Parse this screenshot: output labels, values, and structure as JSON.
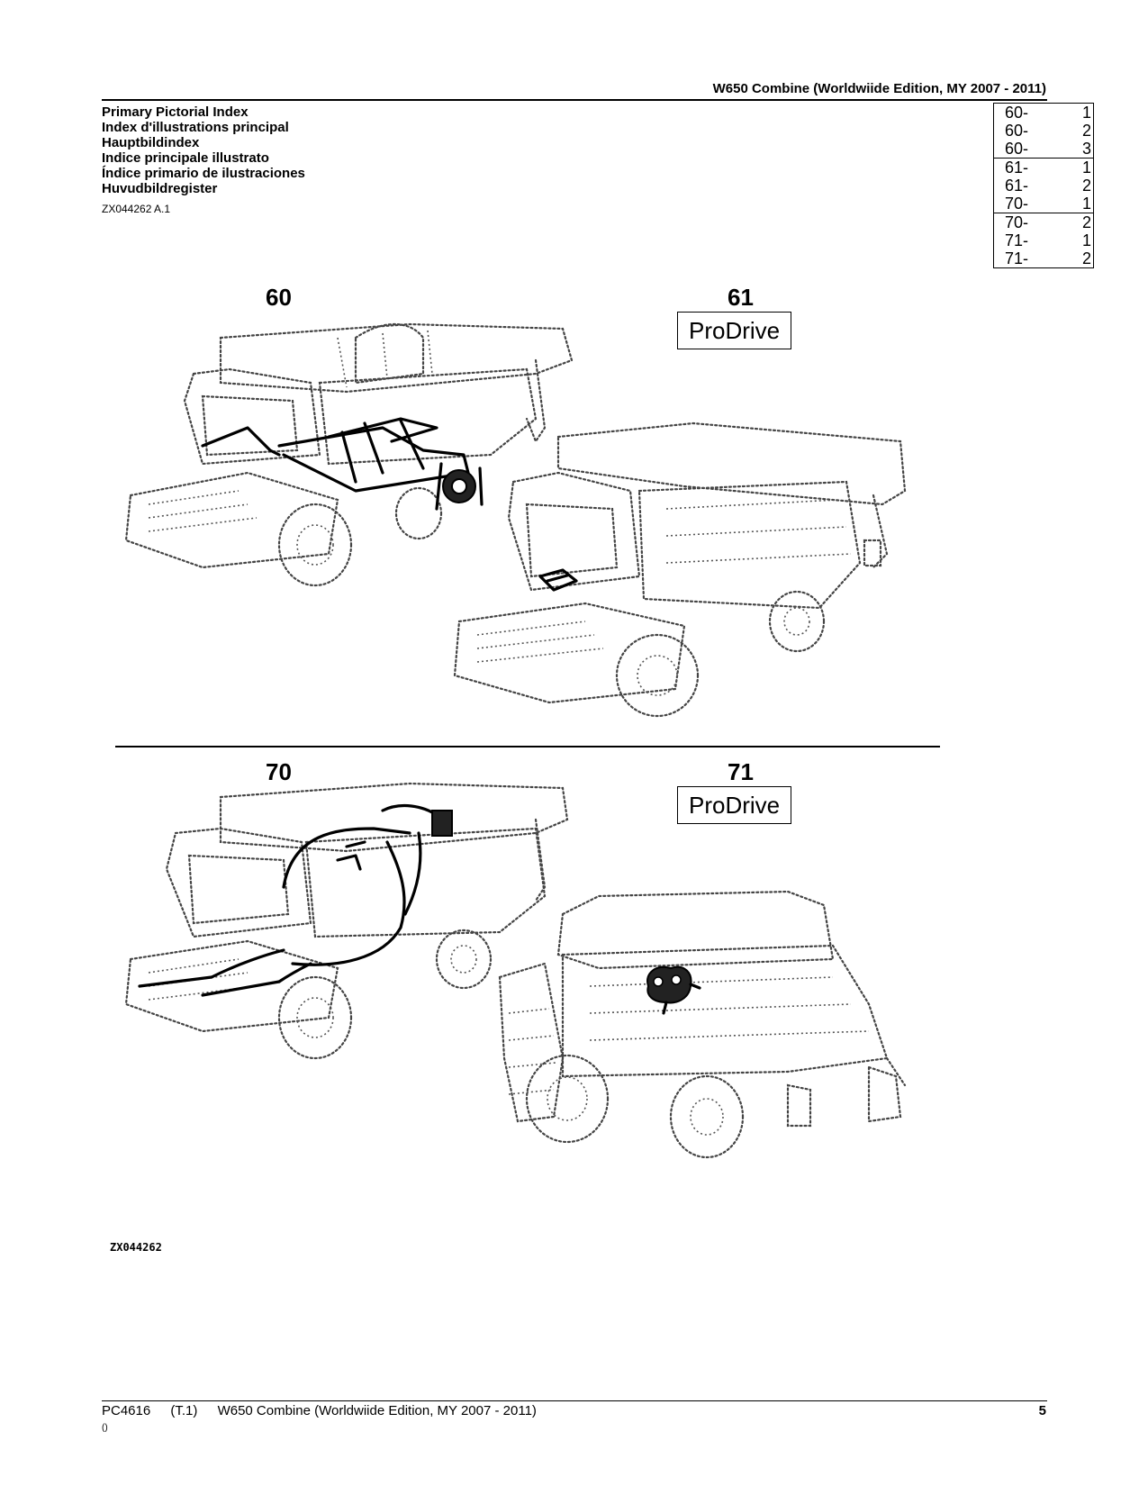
{
  "header": {
    "title": "W650 Combine (Worldwiide Edition, MY 2007 - 2011)"
  },
  "index": {
    "titles": [
      "Primary Pictorial Index",
      "Index d'illustrations principal",
      "Hauptbildindex",
      "Indice principale illustrato",
      "Índice primario de ilustraciones",
      "Huvudbildregister"
    ],
    "ref_code": "ZX044262 A.1"
  },
  "index_table": {
    "groups": [
      [
        {
          "section": "60-",
          "page": "1"
        },
        {
          "section": "60-",
          "page": "2"
        },
        {
          "section": "60-",
          "page": "3"
        }
      ],
      [
        {
          "section": "61-",
          "page": "1"
        },
        {
          "section": "61-",
          "page": "2"
        },
        {
          "section": "70-",
          "page": "1"
        }
      ],
      [
        {
          "section": "70-",
          "page": "2"
        },
        {
          "section": "71-",
          "page": "1"
        },
        {
          "section": "71-",
          "page": "2"
        }
      ]
    ]
  },
  "figures": {
    "fig60": {
      "number": "60"
    },
    "fig61": {
      "number": "61",
      "label": "ProDrive"
    },
    "fig70": {
      "number": "70"
    },
    "fig71": {
      "number": "71",
      "label": "ProDrive"
    }
  },
  "image_code": "ZX044262",
  "footer": {
    "doc_code": "PC4616",
    "revision": "(T.1)",
    "title": "W650 Combine (Worldwiide Edition, MY 2007 - 2011)",
    "page": "5",
    "sub": "()"
  }
}
